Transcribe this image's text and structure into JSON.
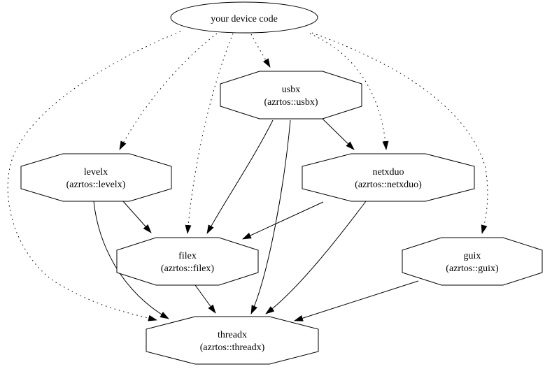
{
  "diagram": {
    "type": "dependency-graph",
    "background_color": "#ffffff",
    "stroke_color": "#000000",
    "nodes": {
      "device_code": {
        "label": "your device code",
        "shape": "ellipse"
      },
      "usbx": {
        "title": "usbx",
        "subtitle": "(azrtos::usbx)",
        "shape": "octagon"
      },
      "levelx": {
        "title": "levelx",
        "subtitle": "(azrtos::levelx)",
        "shape": "octagon"
      },
      "netxduo": {
        "title": "netxduo",
        "subtitle": "(azrtos::netxduo)",
        "shape": "octagon"
      },
      "filex": {
        "title": "filex",
        "subtitle": "(azrtos::filex)",
        "shape": "octagon"
      },
      "guix": {
        "title": "guix",
        "subtitle": "(azrtos::guix)",
        "shape": "octagon"
      },
      "threadx": {
        "title": "threadx",
        "subtitle": "(azrtos::threadx)",
        "shape": "octagon"
      }
    },
    "edges": [
      {
        "from": "your device code",
        "to": "usbx",
        "style": "dotted"
      },
      {
        "from": "your device code",
        "to": "levelx",
        "style": "dotted"
      },
      {
        "from": "your device code",
        "to": "netxduo",
        "style": "dotted"
      },
      {
        "from": "your device code",
        "to": "filex",
        "style": "dotted"
      },
      {
        "from": "your device code",
        "to": "guix",
        "style": "dotted"
      },
      {
        "from": "your device code",
        "to": "threadx",
        "style": "dotted"
      },
      {
        "from": "usbx",
        "to": "netxduo",
        "style": "solid"
      },
      {
        "from": "usbx",
        "to": "filex",
        "style": "solid"
      },
      {
        "from": "usbx",
        "to": "threadx",
        "style": "solid"
      },
      {
        "from": "levelx",
        "to": "filex",
        "style": "solid"
      },
      {
        "from": "levelx",
        "to": "threadx",
        "style": "solid"
      },
      {
        "from": "netxduo",
        "to": "filex",
        "style": "solid"
      },
      {
        "from": "netxduo",
        "to": "threadx",
        "style": "solid"
      },
      {
        "from": "filex",
        "to": "threadx",
        "style": "solid"
      },
      {
        "from": "guix",
        "to": "threadx",
        "style": "solid"
      }
    ]
  }
}
